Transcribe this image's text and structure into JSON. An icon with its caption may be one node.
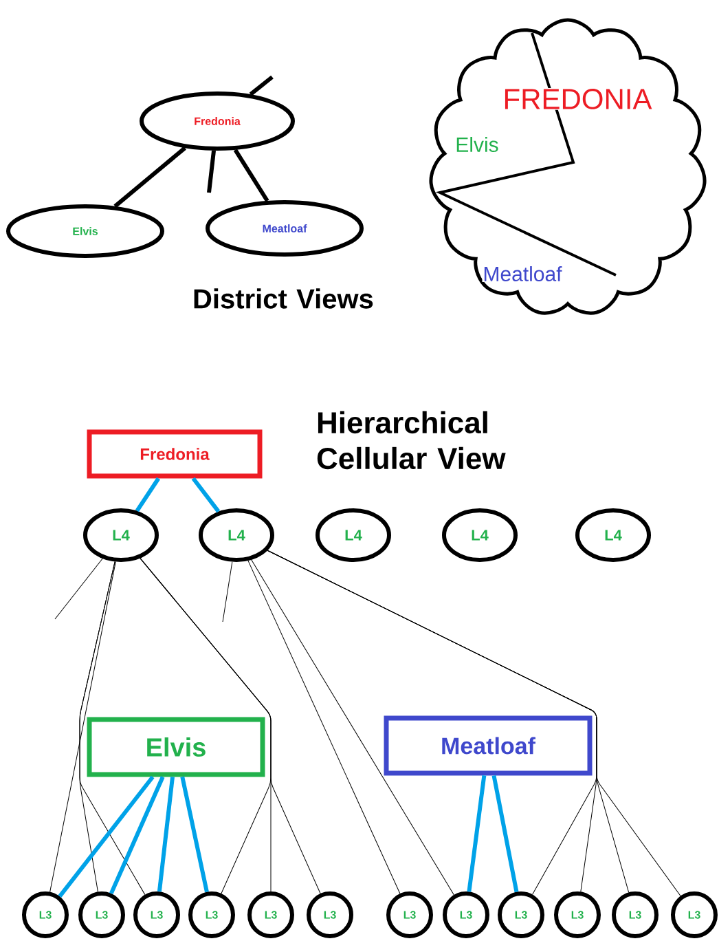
{
  "diagram": {
    "nodes": [
      {
        "text": [
          "Fredonia"
        ]
      },
      {
        "text": [
          "Elvis"
        ]
      },
      {
        "text": [
          "Meatloaf"
        ]
      },
      {
        "text": [
          "FREDONIA",
          "Elvis",
          "Meatloaf"
        ]
      },
      {
        "text": [
          "Fredonia"
        ]
      },
      {
        "text": [
          "L4"
        ]
      },
      {
        "text": [
          "L4"
        ]
      },
      {
        "text": [
          "L4"
        ]
      },
      {
        "text": [
          "L4"
        ]
      },
      {
        "text": [
          "L4"
        ]
      },
      {
        "text": [
          "Elvis"
        ]
      },
      {
        "text": [
          "Meatloaf"
        ]
      },
      {
        "text": [
          "L3"
        ]
      },
      {
        "text": [
          "L3"
        ]
      },
      {
        "text": [
          "L3"
        ]
      },
      {
        "text": [
          "L3"
        ]
      },
      {
        "text": [
          "L3"
        ]
      },
      {
        "text": [
          "L3"
        ]
      },
      {
        "text": [
          "L3"
        ]
      },
      {
        "text": [
          "L3"
        ]
      },
      {
        "text": [
          "L3"
        ]
      },
      {
        "text": [
          "L3"
        ]
      },
      {
        "text": [
          "L3"
        ]
      },
      {
        "text": [
          "L3"
        ]
      }
    ],
    "edges": [
      {
        "from": null,
        "to": 0,
        "arrow": "none",
        "style": "thick"
      },
      {
        "from": 0,
        "to": 1,
        "arrow": "none",
        "style": "thick"
      },
      {
        "from": 0,
        "to": 2,
        "arrow": "none",
        "style": "thick"
      },
      {
        "from": 0,
        "to": null,
        "arrow": "none",
        "style": "thick"
      },
      {
        "from": 4,
        "to": 5,
        "arrow": "none",
        "style": "thick",
        "color": "#00a2e8"
      },
      {
        "from": 4,
        "to": 6,
        "arrow": "none",
        "style": "thick",
        "color": "#00a2e8"
      },
      {
        "from": 5,
        "to": 12,
        "arrow": "none"
      },
      {
        "from": 5,
        "to": 13,
        "arrow": "none"
      },
      {
        "from": 5,
        "to": 14,
        "arrow": "none"
      },
      {
        "from": 5,
        "to": 15,
        "arrow": "none"
      },
      {
        "from": 5,
        "to": 16,
        "arrow": "none"
      },
      {
        "from": 5,
        "to": 17,
        "arrow": "none"
      },
      {
        "from": 5,
        "to": null,
        "arrow": "none"
      },
      {
        "from": 6,
        "to": 18,
        "arrow": "none"
      },
      {
        "from": 6,
        "to": 19,
        "arrow": "none"
      },
      {
        "from": 6,
        "to": 20,
        "arrow": "none"
      },
      {
        "from": 6,
        "to": 21,
        "arrow": "none"
      },
      {
        "from": 6,
        "to": 22,
        "arrow": "none"
      },
      {
        "from": 6,
        "to": 23,
        "arrow": "none"
      },
      {
        "from": 6,
        "to": null,
        "arrow": "none"
      },
      {
        "from": 10,
        "to": 12,
        "arrow": "none",
        "style": "thick",
        "color": "#00a2e8"
      },
      {
        "from": 10,
        "to": 13,
        "arrow": "none",
        "style": "thick",
        "color": "#00a2e8"
      },
      {
        "from": 10,
        "to": 14,
        "arrow": "none",
        "style": "thick",
        "color": "#00a2e8"
      },
      {
        "from": 10,
        "to": 15,
        "arrow": "none",
        "style": "thick",
        "color": "#00a2e8"
      },
      {
        "from": 11,
        "to": 19,
        "arrow": "none",
        "style": "thick",
        "color": "#00a2e8"
      },
      {
        "from": 11,
        "to": 20,
        "arrow": "none",
        "style": "thick",
        "color": "#00a2e8"
      }
    ],
    "labels": [
      "District Views",
      "Hierarchical Cellular View"
    ]
  }
}
